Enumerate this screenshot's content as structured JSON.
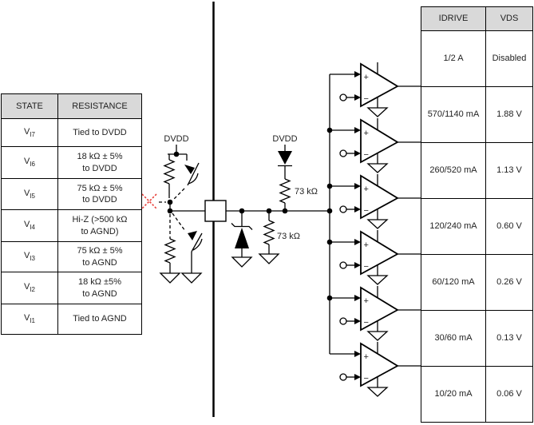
{
  "left_table": {
    "headers": [
      "STATE",
      "RESISTANCE"
    ],
    "rows": [
      {
        "state_base": "V",
        "state_sub": "I7",
        "resistance": "Tied to DVDD"
      },
      {
        "state_base": "V",
        "state_sub": "I6",
        "resistance": "18 kΩ ± 5%\nto DVDD"
      },
      {
        "state_base": "V",
        "state_sub": "I5",
        "resistance": "75 kΩ ± 5%\nto DVDD"
      },
      {
        "state_base": "V",
        "state_sub": "I4",
        "resistance": "Hi-Z (>500 kΩ\nto AGND)"
      },
      {
        "state_base": "V",
        "state_sub": "I3",
        "resistance": "75 kΩ ± 5%\nto AGND"
      },
      {
        "state_base": "V",
        "state_sub": "I2",
        "resistance": "18 kΩ ±5%\nto AGND"
      },
      {
        "state_base": "V",
        "state_sub": "I1",
        "resistance": "Tied to AGND"
      }
    ]
  },
  "right_table": {
    "headers": [
      "IDRIVE",
      "VDS"
    ],
    "rows": [
      {
        "idrive": "1/2 A",
        "vds": "Disabled"
      },
      {
        "idrive": "570/1140 mA",
        "vds": "1.88 V"
      },
      {
        "idrive": "260/520 mA",
        "vds": "1.13 V"
      },
      {
        "idrive": "120/240 mA",
        "vds": "0.60 V"
      },
      {
        "idrive": "60/120 mA",
        "vds": "0.26 V"
      },
      {
        "idrive": "30/60 mA",
        "vds": "0.13 V"
      },
      {
        "idrive": "10/20 mA",
        "vds": "0.06 V"
      }
    ]
  },
  "circuit": {
    "labels": {
      "dvdd_left": "DVDD",
      "dvdd_mid": "DVDD",
      "pullup_resistor": "73 kΩ",
      "pulldown_resistor": "73 kΩ",
      "comparator_plus": "+",
      "comparator_minus": "−"
    },
    "colors": {
      "line": "#000000",
      "table_header_bg": "#d9d9d9",
      "no_connect_x": "#e8403a"
    }
  }
}
